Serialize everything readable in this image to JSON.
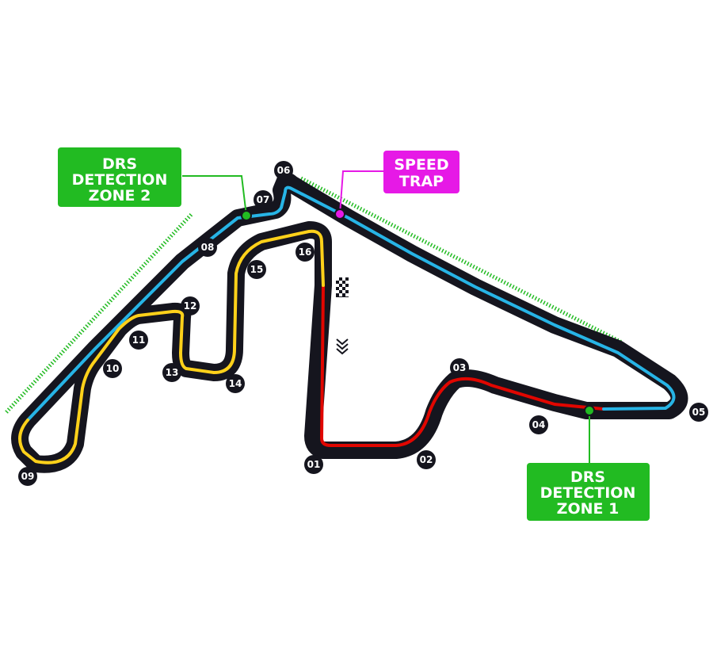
{
  "callouts": {
    "drs_zone_2": [
      "DRS",
      "DETECTION",
      "ZONE 2"
    ],
    "speed_trap": [
      "SPEED",
      "TRAP"
    ],
    "drs_zone_1": [
      "DRS",
      "DETECTION",
      "ZONE 1"
    ]
  },
  "turns": [
    "01",
    "02",
    "03",
    "04",
    "05",
    "06",
    "07",
    "08",
    "09",
    "10",
    "11",
    "12",
    "13",
    "14",
    "15",
    "16"
  ],
  "colors": {
    "track": "#15151e",
    "sector1": "#e10600",
    "sector2": "#27b4e6",
    "sector3": "#ffd11a",
    "drs": "#22bb22",
    "speed_trap": "#e619e6"
  }
}
